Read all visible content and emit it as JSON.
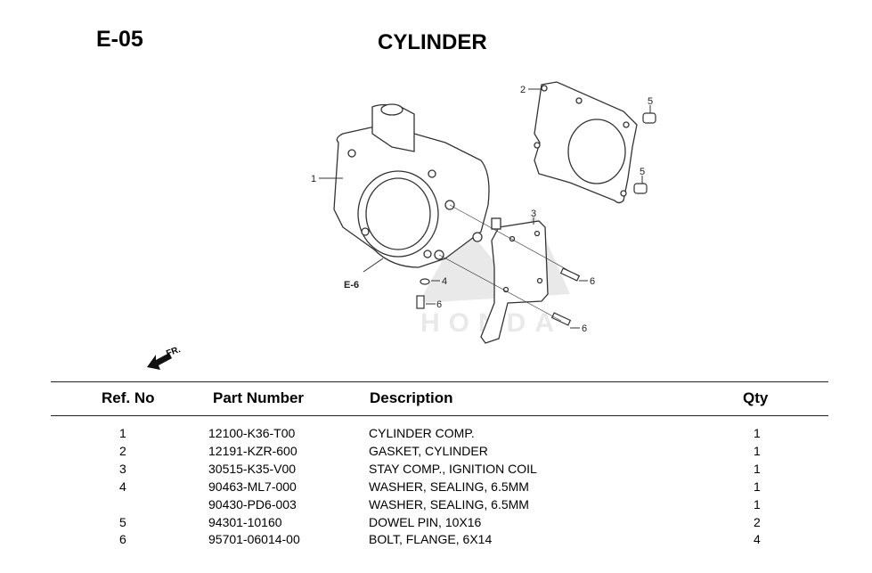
{
  "page": {
    "code": "E-05",
    "title": "CYLINDER"
  },
  "diagram": {
    "callouts": [
      "1",
      "2",
      "3",
      "4",
      "5",
      "5",
      "6",
      "6",
      "6"
    ],
    "reference": "E-6",
    "direction_label": "FR.",
    "watermark": "HONDA"
  },
  "table": {
    "headers": {
      "ref": "Ref. No",
      "part": "Part Number",
      "desc": "Description",
      "qty": "Qty"
    },
    "rows": [
      {
        "ref": "1",
        "part": "12100-K36-T00",
        "desc": "CYLINDER COMP.",
        "qty": "1"
      },
      {
        "ref": "2",
        "part": "12191-KZR-600",
        "desc": "GASKET, CYLINDER",
        "qty": "1"
      },
      {
        "ref": "3",
        "part": "30515-K35-V00",
        "desc": "STAY COMP., IGNITION COIL",
        "qty": "1"
      },
      {
        "ref": "4",
        "part": "90463-ML7-000",
        "desc": "WASHER, SEALING, 6.5MM",
        "qty": "1"
      },
      {
        "ref": "",
        "part": "90430-PD6-003",
        "desc": "WASHER, SEALING, 6.5MM",
        "qty": "1"
      },
      {
        "ref": "5",
        "part": "94301-10160",
        "desc": "DOWEL PIN, 10X16",
        "qty": "2"
      },
      {
        "ref": "6",
        "part": "95701-06014-00",
        "desc": "BOLT, FLANGE, 6X14",
        "qty": "4"
      }
    ]
  }
}
